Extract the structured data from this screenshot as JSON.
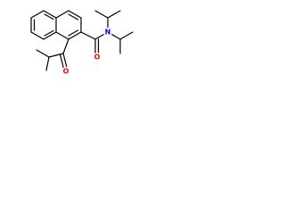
{
  "molecule": {
    "atoms": {
      "o_ketone": {
        "symbol": "O",
        "color": "#ff0000"
      },
      "o_amide": {
        "symbol": "O",
        "color": "#ff0000"
      },
      "n_amide": {
        "symbol": "N",
        "color": "#0000ff"
      }
    }
  }
}
